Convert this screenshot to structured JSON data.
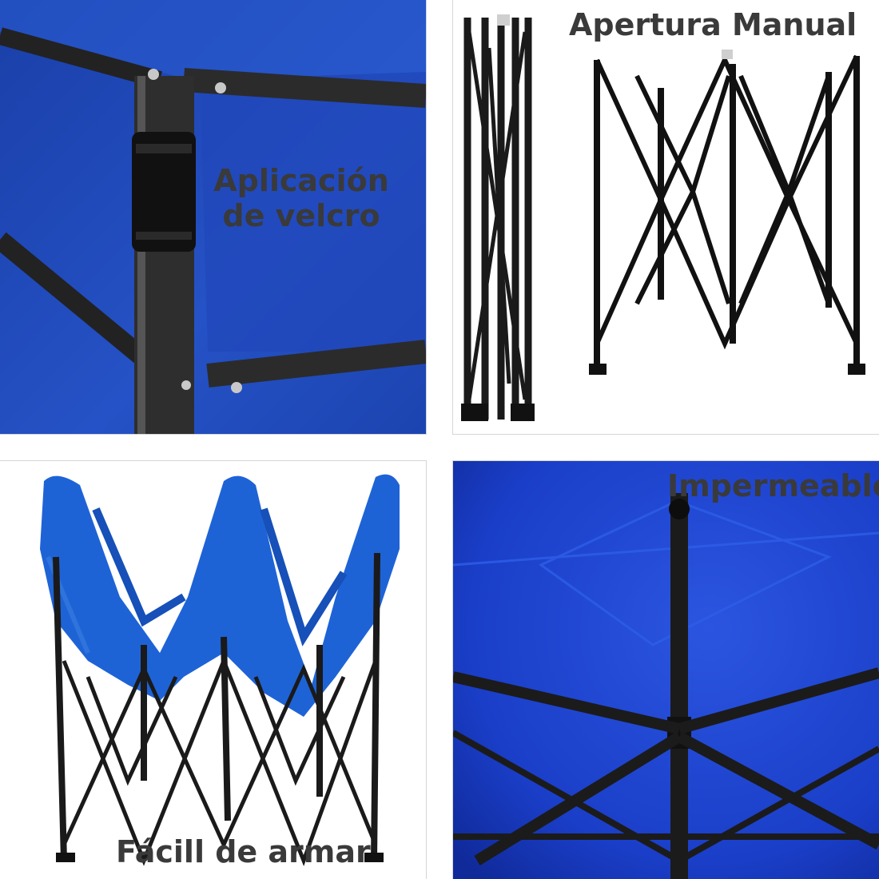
{
  "panels": [
    {
      "caption": "Aplicación de velcro",
      "icon": "velcro-strap-icon"
    },
    {
      "caption": "Apertura Manual",
      "icon": "folding-frame-icon"
    },
    {
      "caption": "Fácill de armar",
      "icon": "canopy-frame-icon"
    },
    {
      "caption": "Impermeable",
      "icon": "waterproof-canopy-icon"
    }
  ],
  "colors": {
    "canopy_blue": "#1f49b8",
    "canopy_blue_bright": "#1e63d6",
    "frame_black": "#1a1a1a",
    "caption_gray": "#3a3a3a"
  }
}
